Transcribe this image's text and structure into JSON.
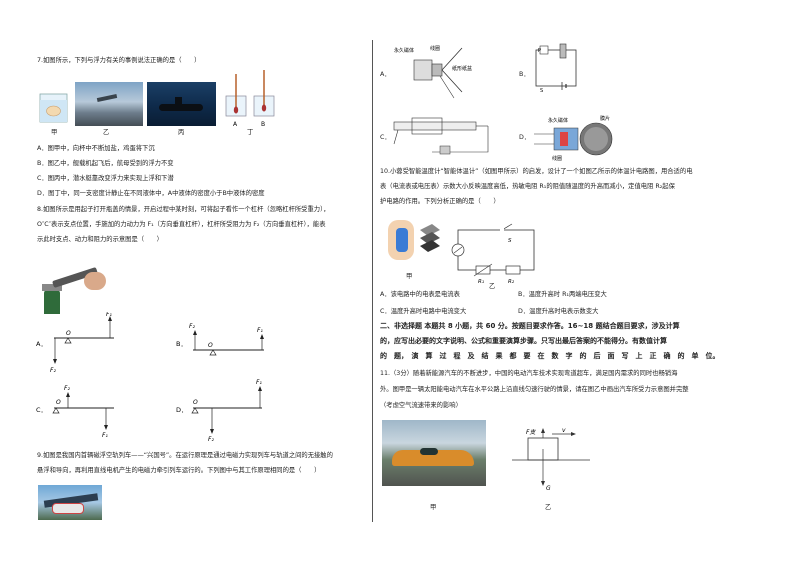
{
  "left": {
    "q7": {
      "stem": "7.如图所示，下列与浮力有关的事例说法正确的是（　　）",
      "labels": {
        "jia": "甲",
        "yi": "乙",
        "bing": "丙",
        "ding": "丁",
        "A": "A",
        "B": "B"
      },
      "options": [
        "A．图甲中，向杯中不断加盐，鸡蛋将下沉",
        "B．图乙中，舰载机起飞后，航母受到的浮力不变",
        "C．图丙中，潜水艇靠改变浮力来实现上浮和下潜",
        "D．图丁中，同一支密度计静止在不同液体中，A中液体的密度小于B中液体的密度"
      ]
    },
    "q8": {
      "stem_lines": [
        "8.如图所示是用起子打开瓶盖的情景，开启过程中某时刻，可将起子看作一个杠杆（忽略杠杆所受重力），",
        "O″C″表示支点位置，手施加的力动力为 F₁（方向垂直杠杆），杠杆所受阻力为 F₂（方向垂直杠杆），能表",
        "示此时支点、动力和阻力的示意图是（　　）"
      ],
      "option_letters": [
        "A．",
        "B．",
        "C．",
        "D．"
      ],
      "forces": {
        "O": "O",
        "F1": "F₁",
        "F2": "F₂"
      }
    },
    "q9": {
      "stem_lines": [
        "9.如图是我国内首辆磁浮空轨列车——“兴国号”。在运行原理是通过电磁力实现列车与轨道之间的无接触的",
        "悬浮和导向，再利用直线电机产生的电磁力牵引列车运行的。下列图中与其工作原理相同的是（　　）"
      ]
    }
  },
  "right": {
    "q9_options": {
      "A": "A．",
      "B": "B．",
      "C": "C．",
      "D": "D．",
      "labels_A": [
        "永久磁体",
        "线圈",
        "纸形纸盆"
      ],
      "labels_D": [
        "永久磁体",
        "膜片",
        "线圈"
      ],
      "labels_B": [
        "P",
        "S"
      ]
    },
    "q10": {
      "stem_lines": [
        "10.小蓉受智能温度计“智能体温计”（如图甲所示）的启发，设计了一个如图乙所示的体温计电路图，用合适的电",
        "表（电流表或电压表）示数大小反映温度高低，热敏电阻 R₁的阻值随温度的升高而减小，定值电阻 R₂起保",
        "护电路的作用。下列分析正确的是（　　）"
      ],
      "labels": {
        "jia": "甲",
        "yi": "乙",
        "S": "S",
        "R1": "R₁",
        "R2": "R₂"
      },
      "options": [
        "A．该电路中的电表是电流表",
        "B．温度升高时 R₁两端电压变大",
        "C．温度升高时电路中电流变大",
        "D．温度升高时电表示数变大"
      ]
    },
    "section2": {
      "lines": [
        "二、非选择题 本题共 8 小题，共 60 分。按题目要求作答。16~18 题结合题目要求，涉及计算",
        "的，应写出必要的文字说明、公式和重要演算步骤。只写出最后答案的不能得分。有数值计算",
        "的　题，　演　算　过　程　及　结　果　都　要　在　数　字　的　后　面　写　上　正　确　的　单　位。"
      ]
    },
    "q11": {
      "stem_lines": [
        "11.（3分）随着新能源汽车的不断进步，中国的电动汽车技术实现弯道超车，满足国内需求的同时也畅销海",
        "外。图甲是一辆太阳能电动汽车在水平公路上沿直线匀速行驶的情景，请在图乙中画出汽车所受力示意图并完整",
        "（考虑空气流速带来的影响）"
      ],
      "labels": {
        "jia": "甲",
        "yi": "乙",
        "F": "F支",
        "v": "v",
        "G": "G"
      }
    }
  }
}
